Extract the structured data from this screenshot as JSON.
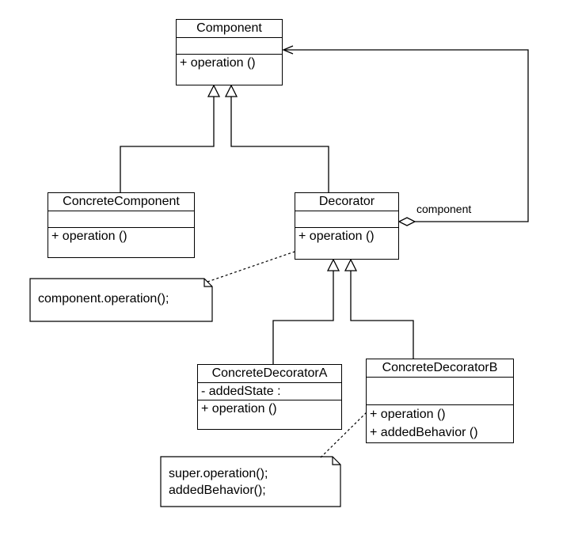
{
  "classes": {
    "component": {
      "name": "Component",
      "operations": [
        "+ operation ()"
      ]
    },
    "concrete_component": {
      "name": "ConcreteComponent",
      "operations": [
        "+ operation ()"
      ]
    },
    "decorator": {
      "name": "Decorator",
      "operations": [
        "+ operation ()"
      ]
    },
    "concrete_decorator_a": {
      "name": "ConcreteDecoratorA",
      "attributes": [
        "- addedState :"
      ],
      "operations": [
        "+ operation ()"
      ]
    },
    "concrete_decorator_b": {
      "name": "ConcreteDecoratorB",
      "operations": [
        "+ operation ()",
        "+ addedBehavior ()"
      ]
    }
  },
  "notes": {
    "decorator_note": [
      "component.operation();"
    ],
    "decorator_b_note": [
      "super.operation();",
      "addedBehavior();"
    ]
  },
  "associations": {
    "component_role": "component"
  }
}
